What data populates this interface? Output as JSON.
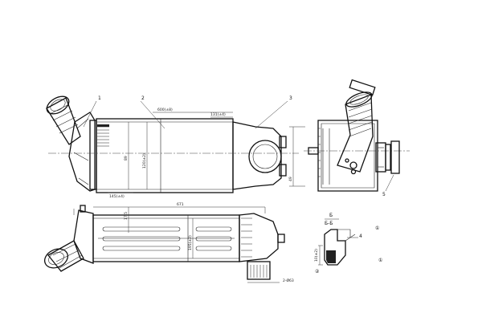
{
  "callouts": [
    "1",
    "2",
    "3",
    "4",
    "5"
  ],
  "dimensions": {
    "top_length": "600(±8)",
    "core_width_upper": "131(±4)",
    "core_width_lower": "145(±4)",
    "height_main": "120(±2)",
    "height_small": "89",
    "right_dim": "49",
    "overall_length": "671",
    "bottom_height": "195(±2)",
    "bottom_small": "17.5",
    "seal_height": "10(±2)",
    "outlet_dim": "2-Ø63"
  },
  "section": {
    "label": "Б-Б",
    "mark": "Б",
    "note_a": "①",
    "note_b": "①",
    "note_c": "②"
  }
}
